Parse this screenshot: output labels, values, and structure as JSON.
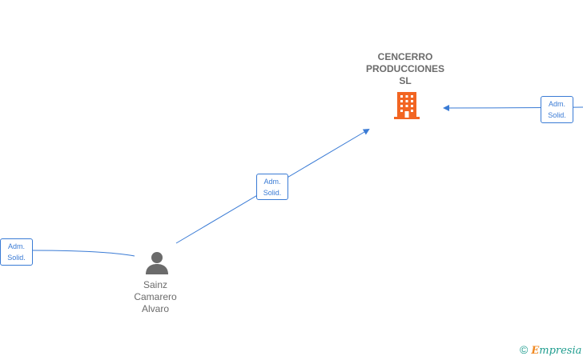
{
  "company": {
    "name_lines": [
      "CENCERRO",
      "PRODUCCIONES",
      "SL"
    ],
    "icon": "building-icon",
    "color": "#f26522"
  },
  "person": {
    "name_lines": [
      "Sainz",
      "Camarero",
      "Alvaro"
    ],
    "icon": "person-icon",
    "color": "#6b6b6b"
  },
  "roles": [
    {
      "lines": [
        "Adm.",
        "Solid."
      ]
    },
    {
      "lines": [
        "Adm.",
        "Solid."
      ]
    },
    {
      "lines": [
        "Adm.",
        "Solid."
      ]
    }
  ],
  "edge_color": "#3a7bd5",
  "watermark": {
    "copyright": "©",
    "brand_first": "E",
    "brand_rest": "mpresia"
  }
}
